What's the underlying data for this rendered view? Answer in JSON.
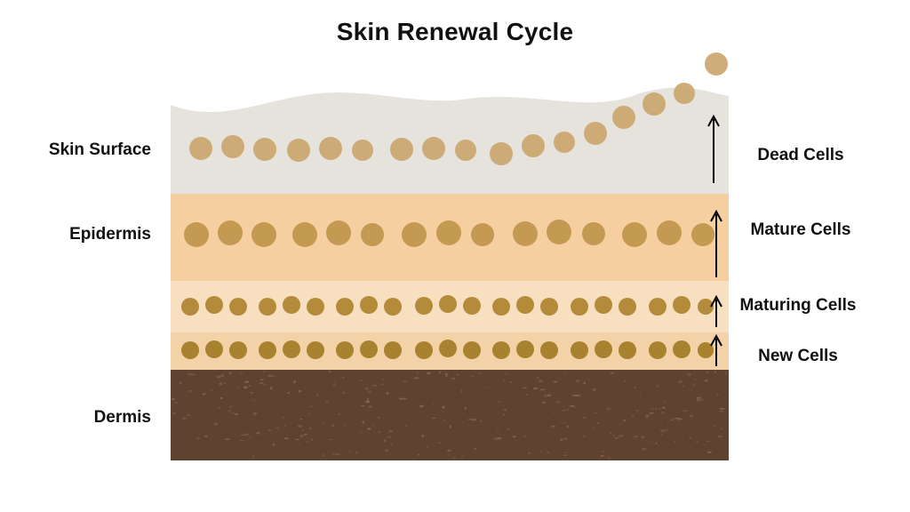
{
  "title": "Skin Renewal Cycle",
  "left_labels": {
    "skin_surface": "Skin Surface",
    "epidermis": "Epidermis",
    "dermis": "Dermis"
  },
  "right_labels": {
    "dead_cells": "Dead Cells",
    "mature_cells": "Mature Cells",
    "maturing_cells": "Maturing Cells",
    "new_cells": "New Cells"
  },
  "colors": {
    "surface_layer": "#e6e3dd",
    "mature_layer": "#f5cfa0",
    "maturing_layer": "#f8dfc0",
    "new_layer": "#f3d2a8",
    "dermis_layer": "#5e4331",
    "dead_cell": "#c9a46a",
    "mature_cell": "#c49a52",
    "maturing_cell": "#b48a3b",
    "new_cell": "#a8822e",
    "arrow": "#000000"
  }
}
